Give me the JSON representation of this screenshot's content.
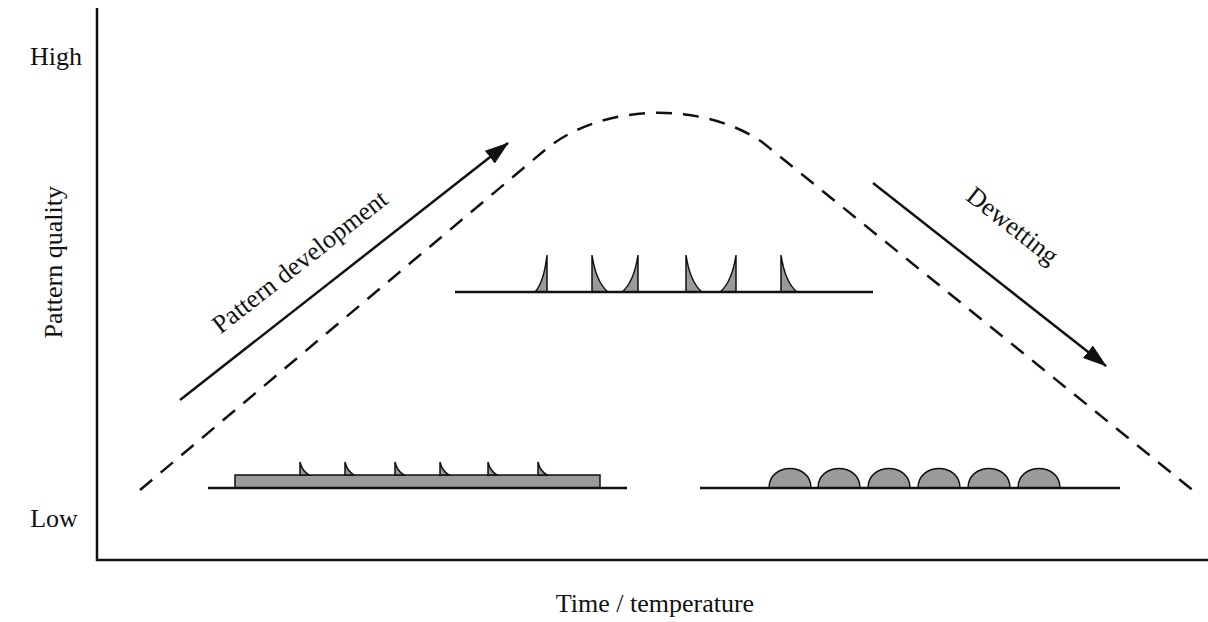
{
  "diagram": {
    "labels": [
      "High",
      "Pattern quality",
      "Low",
      "Time / temperature",
      "Pattern development",
      "Dewetting"
    ]
  }
}
